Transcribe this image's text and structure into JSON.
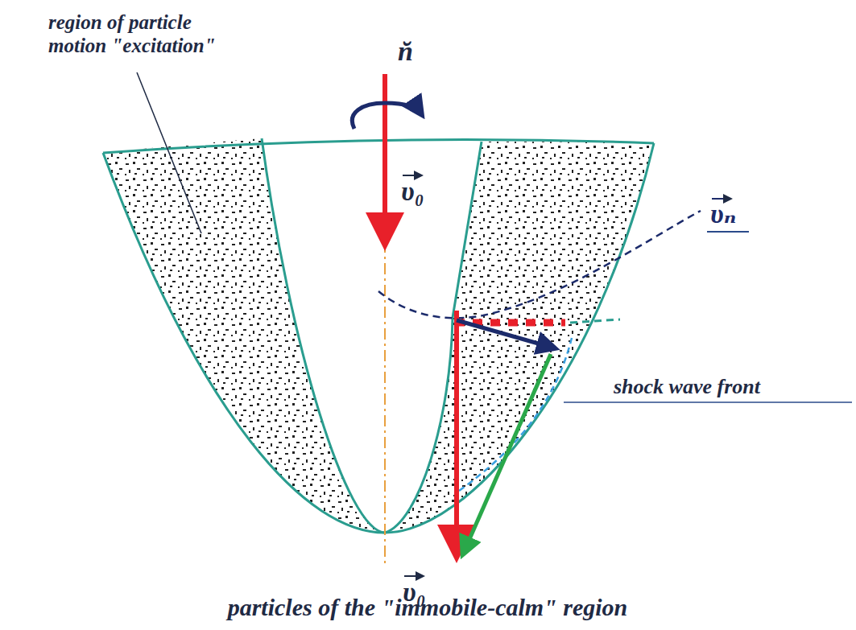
{
  "diagram": {
    "labels": [
      "region of particle motion \"excitation\"",
      "n̆",
      "υ₀",
      "υₙ",
      "shock wave front",
      "υ₀",
      "particles of the \"immobile-calm\" region"
    ]
  }
}
